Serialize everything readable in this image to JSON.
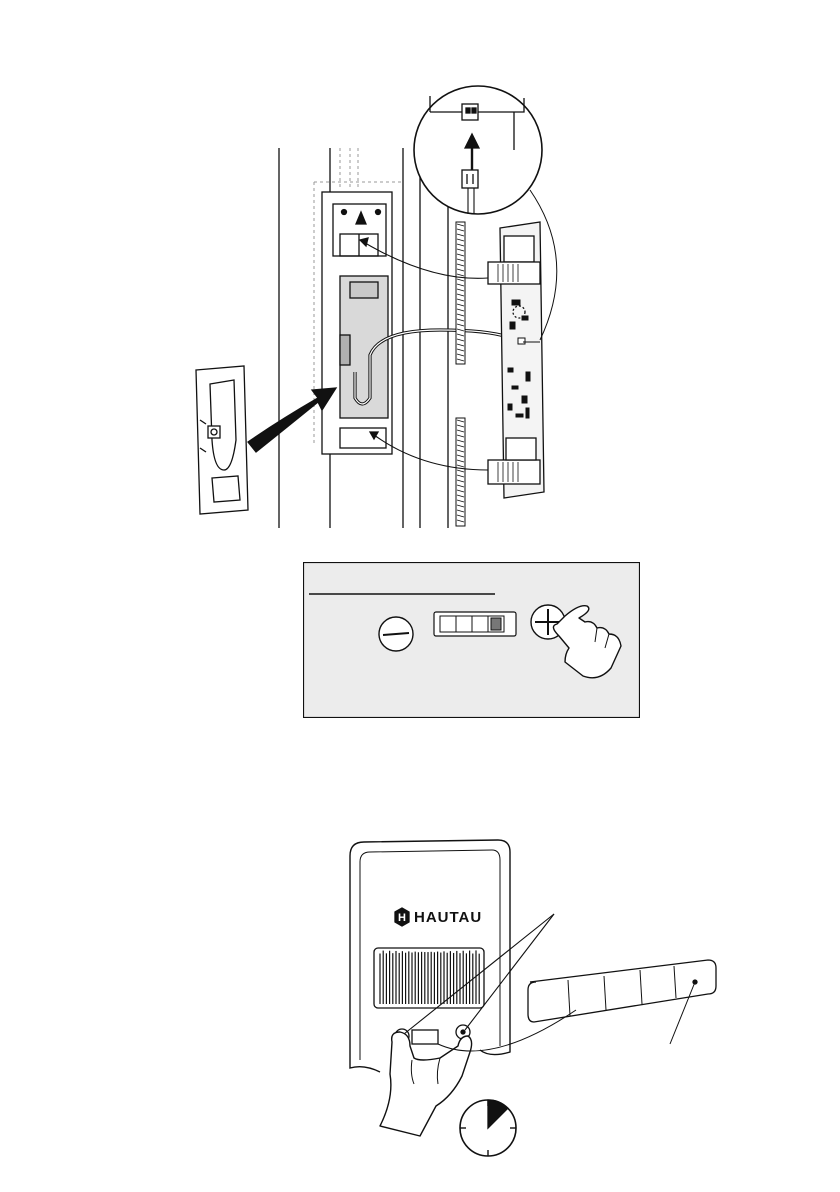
{
  "instructions": {
    "step1": {
      "detail_arrow": "up-arrow-icon",
      "wiring": "connector-cable"
    },
    "step2": {
      "minus_symbol": "minus-icon",
      "plus_symbol": "plus-icon",
      "indicator_cells": 4,
      "active_cell": 4,
      "hand": "pointing-hand-icon"
    },
    "step3": {
      "brand_name": "HAUTAU",
      "logo_letter": "H",
      "indicator_cells": 5,
      "active_cell": 5,
      "timer_fraction": 0.125
    }
  },
  "colors": {
    "line": "#111111",
    "panel_grey": "#d9d9d9",
    "light_grey": "#ececec"
  }
}
